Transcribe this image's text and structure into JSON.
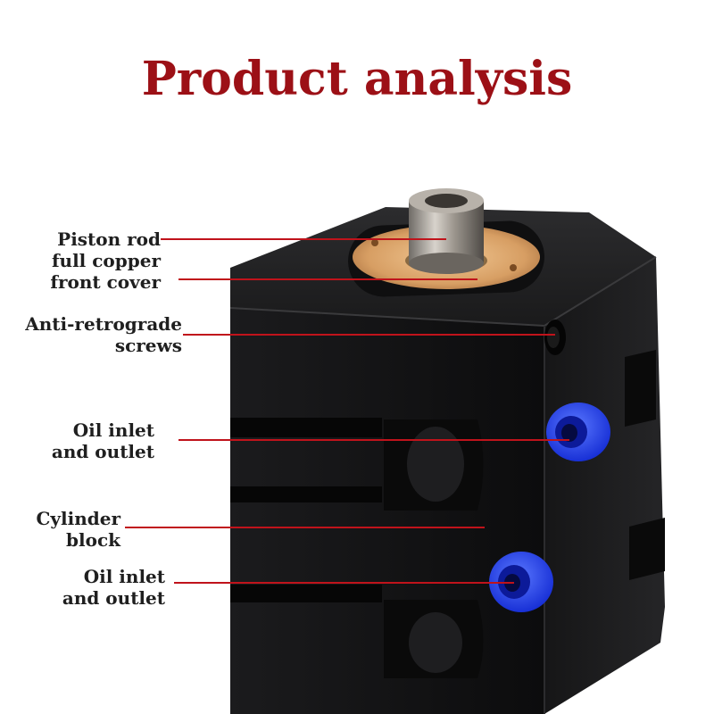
{
  "title": "Product analysis",
  "colors": {
    "title": "#9c1016",
    "leader_line": "#c0131b",
    "body": "#141414",
    "copper": "#d9a36a",
    "port": "#1f3df0"
  },
  "labels": [
    {
      "id": "piston-rod",
      "lines": [
        "Piston rod"
      ]
    },
    {
      "id": "copper-cover",
      "lines": [
        "full copper",
        "front cover"
      ]
    },
    {
      "id": "anti-retrograde-screws",
      "lines": [
        "Anti-retrograde",
        "screws"
      ]
    },
    {
      "id": "oil-port-upper",
      "lines": [
        "Oil inlet",
        "and outlet"
      ]
    },
    {
      "id": "cylinder-block",
      "lines": [
        "Cylinder",
        "block"
      ]
    },
    {
      "id": "oil-port-lower",
      "lines": [
        "Oil inlet",
        "and outlet"
      ]
    }
  ]
}
